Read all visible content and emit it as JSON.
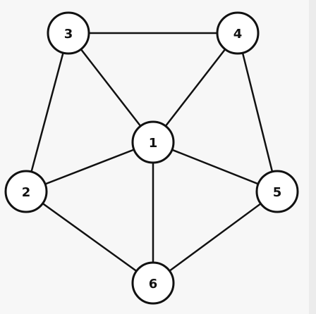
{
  "graph": {
    "nodes": [
      {
        "id": "1",
        "label": "1"
      },
      {
        "id": "2",
        "label": "2"
      },
      {
        "id": "3",
        "label": "3"
      },
      {
        "id": "4",
        "label": "4"
      },
      {
        "id": "5",
        "label": "5"
      },
      {
        "id": "6",
        "label": "6"
      }
    ],
    "edges": [
      [
        "3",
        "4"
      ],
      [
        "3",
        "2"
      ],
      [
        "3",
        "1"
      ],
      [
        "4",
        "1"
      ],
      [
        "4",
        "5"
      ],
      [
        "1",
        "2"
      ],
      [
        "1",
        "5"
      ],
      [
        "1",
        "6"
      ],
      [
        "2",
        "6"
      ],
      [
        "5",
        "6"
      ]
    ]
  }
}
